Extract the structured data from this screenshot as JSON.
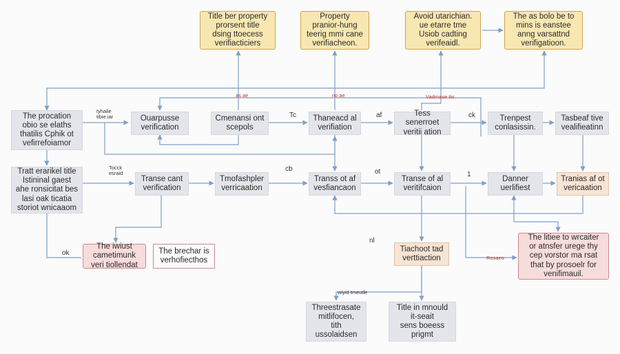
{
  "colors": {
    "line": "#7f9fc7",
    "box_gray": "#e3e5ea",
    "box_yellow": "#f8e7b1",
    "box_red": "#f6dcdb",
    "box_peach": "#f7e4d4",
    "label_red": "#c0392b"
  },
  "nodes": {
    "top1": "Title ber property\nprorsent title\ndsing ttoecess\nverifiacticiers",
    "top2": "Property\npranior-hung\nteerig mmi cane\nverifiacheon.",
    "top3": "Avoid utarichian.\nue etarre tme\nUsiob cadting\nverifeaidl.",
    "top4": "The as bolo be to\nmins is eanstee\nanng varsattnd\nverifigatioon.",
    "left1": "The procation\nobio se elaths\nthatilis Cphik ot\nvefirrefoiamor",
    "left2": "Tratt erarikel title\nIstininal gaest\nahe ronsicitat bes\nlasi oak ticatia\nstoriot wnicaaom",
    "r1c2": "Ouarpusse\nverification",
    "r1c3": "Cmenansi ont\nscepols",
    "r1c4": "Thaneacd al\nverifiation",
    "r1c5": "Tess senerroet\nveritii ation",
    "r1c6": "Trenpest\nconlasissin.",
    "r1c7": "Tasbeaf tive\nvealifieatinn",
    "r2c2": "Transe cant\nverification",
    "r2c3": "Tmofashpler\nverricaation",
    "r2c4": "Transs ot af\nvesfiancaon",
    "r2c5": "Transe of al\nveritifcaion",
    "r2c6": "Danner\nuerlifiest",
    "r2c7": "Tranias af ot\nvericaation",
    "red1": "The iwiust\ncametimunk\nveri tiollendat",
    "plain1": "The brechar is\nverhofiecthos",
    "peach_mid": "Tiachoot tad\nverttiaction",
    "red_right": "The litiee to wrcaiter\nor atnsfer urege thy\ncep vorstor ma rsat\nthat by prosoelr for\nvenifimauil.",
    "bottom1": "Threestrasate\nmitlifocen,\ntith\nussolaidsen",
    "bottom2": "Title in mnould\nit-seait\nsens boeess\nprigmt"
  },
  "labels": {
    "l_tc": "Tc",
    "l_af": "af",
    "l_ck": "ck",
    "l_cb": "cb",
    "l_ot": "ot",
    "l_one": "1",
    "l_ok": "ok",
    "l_ni": "nl",
    "l_vadmase": "Vadmase tiic",
    "l_tyhate": "tyhalie\ntibie.iar",
    "l_tocck": "Tocck\nesraid",
    "l_wiyid": "wiyid tmeutle",
    "l_rosaeo": "Rosaeo",
    "l_small1": "as ae",
    "l_small2": "no ae"
  }
}
